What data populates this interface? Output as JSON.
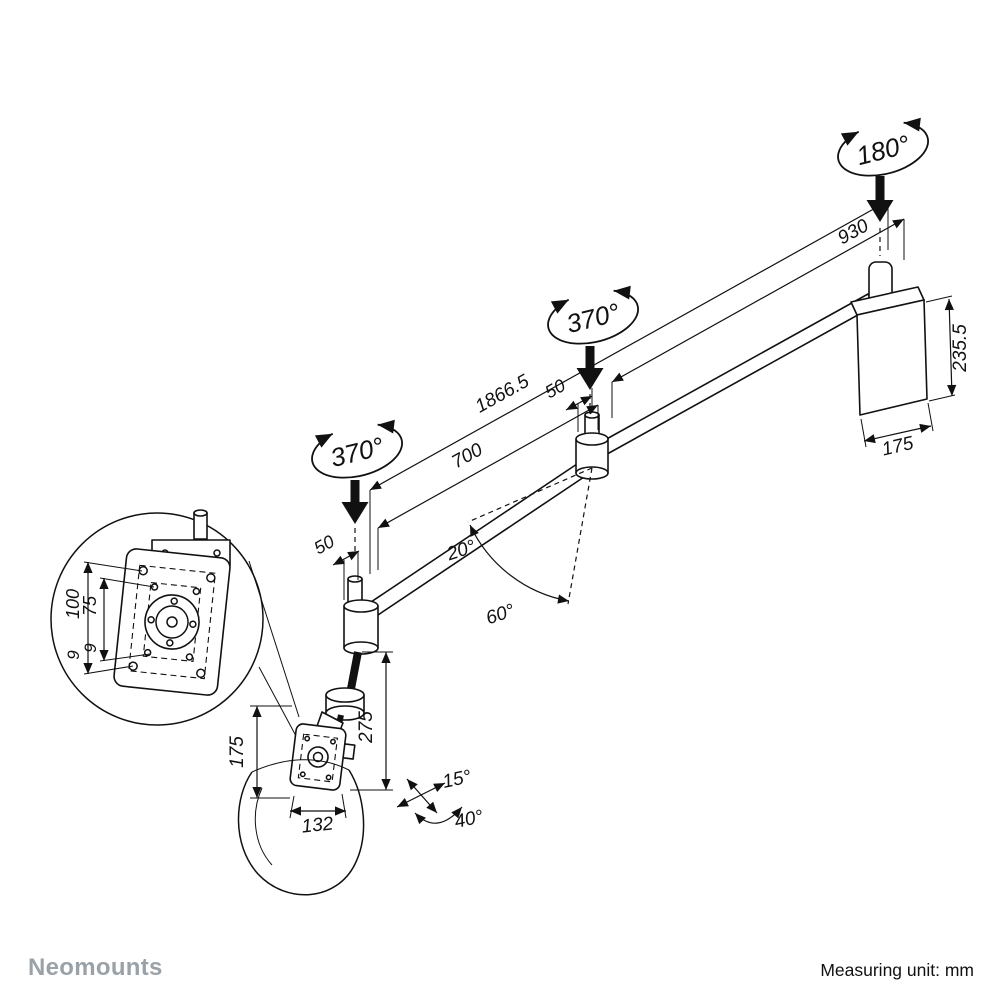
{
  "page": {
    "background": "#ffffff",
    "line_color": "#111111",
    "brand_color": "#9aa2a8"
  },
  "brand": {
    "name": "Neomounts"
  },
  "footer": {
    "measuring_unit": "Measuring unit: mm"
  },
  "rotation_labels": {
    "wall_pivot": "180°",
    "elbow_pivot": "370°",
    "head_pivot": "370°"
  },
  "dimension_labels": {
    "total_reach": "1866.5",
    "upper_arm": "930",
    "lower_arm": "700",
    "upper_joint_offset": "50",
    "lower_joint_offset": "50",
    "wall_plate_height": "235.5",
    "wall_plate_width": "175",
    "drop_column": "275",
    "head_height": "175",
    "head_width": "132"
  },
  "angle_labels": {
    "arm_tilt_up": "20°",
    "arm_tilt_down": "60°",
    "head_tilt": "15°",
    "head_swivel": "40°"
  },
  "detail_labels": {
    "vesa_large": "100",
    "vesa_small": "75",
    "hole_top": "9",
    "hole_side": "9"
  }
}
